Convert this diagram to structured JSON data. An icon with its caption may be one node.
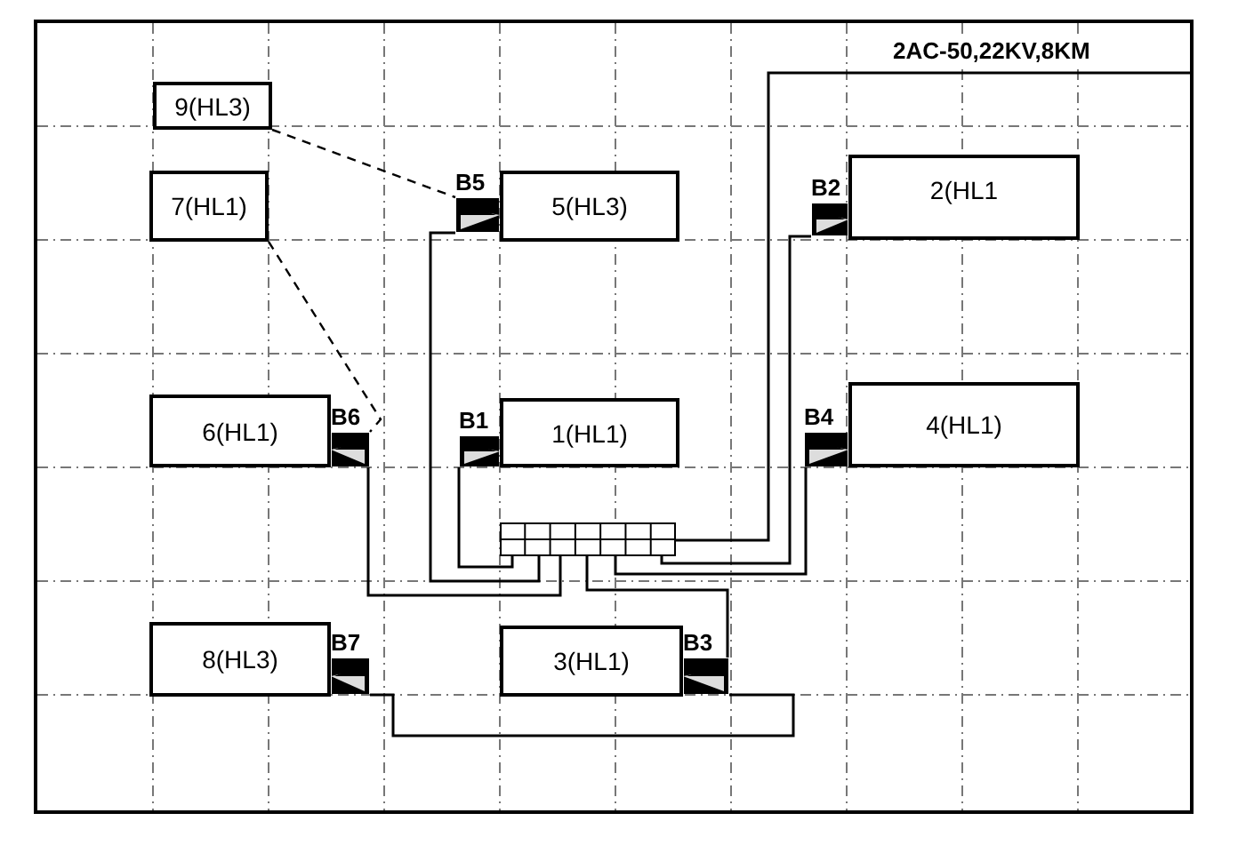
{
  "diagram": {
    "nodes": [
      {
        "text": [
          "9(HL3)"
        ]
      },
      {
        "text": [
          "7(HL1)"
        ]
      },
      {
        "text": [
          "B5"
        ]
      },
      {
        "text": [
          "5(HL3)"
        ]
      },
      {
        "text": [
          "B2"
        ]
      },
      {
        "text": [
          "2(HL1"
        ]
      },
      {
        "text": [
          "6(HL1)"
        ]
      },
      {
        "text": [
          "B6"
        ]
      },
      {
        "text": [
          "B1"
        ]
      },
      {
        "text": [
          "1(HL1)"
        ]
      },
      {
        "text": [
          "B4"
        ]
      },
      {
        "text": [
          "4(HL1)"
        ]
      },
      {
        "text": [],
        "shape": "box"
      },
      {
        "text": [
          "8(HL3)"
        ]
      },
      {
        "text": [
          "B7"
        ]
      },
      {
        "text": [
          "B3"
        ]
      },
      {
        "text": [
          "3(HL1)"
        ]
      }
    ],
    "edges": [
      {
        "from": 0,
        "to": 2,
        "arrow": "none",
        "style": "dashed"
      },
      {
        "from": 1,
        "to": 7,
        "arrow": "none",
        "style": "dashed"
      },
      {
        "from": 2,
        "to": 12,
        "arrow": "none"
      },
      {
        "from": 4,
        "to": 12,
        "arrow": "none"
      },
      {
        "from": 7,
        "to": 12,
        "arrow": "none"
      },
      {
        "from": 8,
        "to": 12,
        "arrow": "none"
      },
      {
        "from": 10,
        "to": 12,
        "arrow": "none"
      },
      {
        "from": null,
        "to": 12,
        "arrow": "none",
        "label": "2AC-50,22KV,8KM"
      },
      {
        "from": 15,
        "to": 12,
        "arrow": "none"
      },
      {
        "from": 14,
        "to": 15,
        "arrow": "none"
      }
    ]
  }
}
